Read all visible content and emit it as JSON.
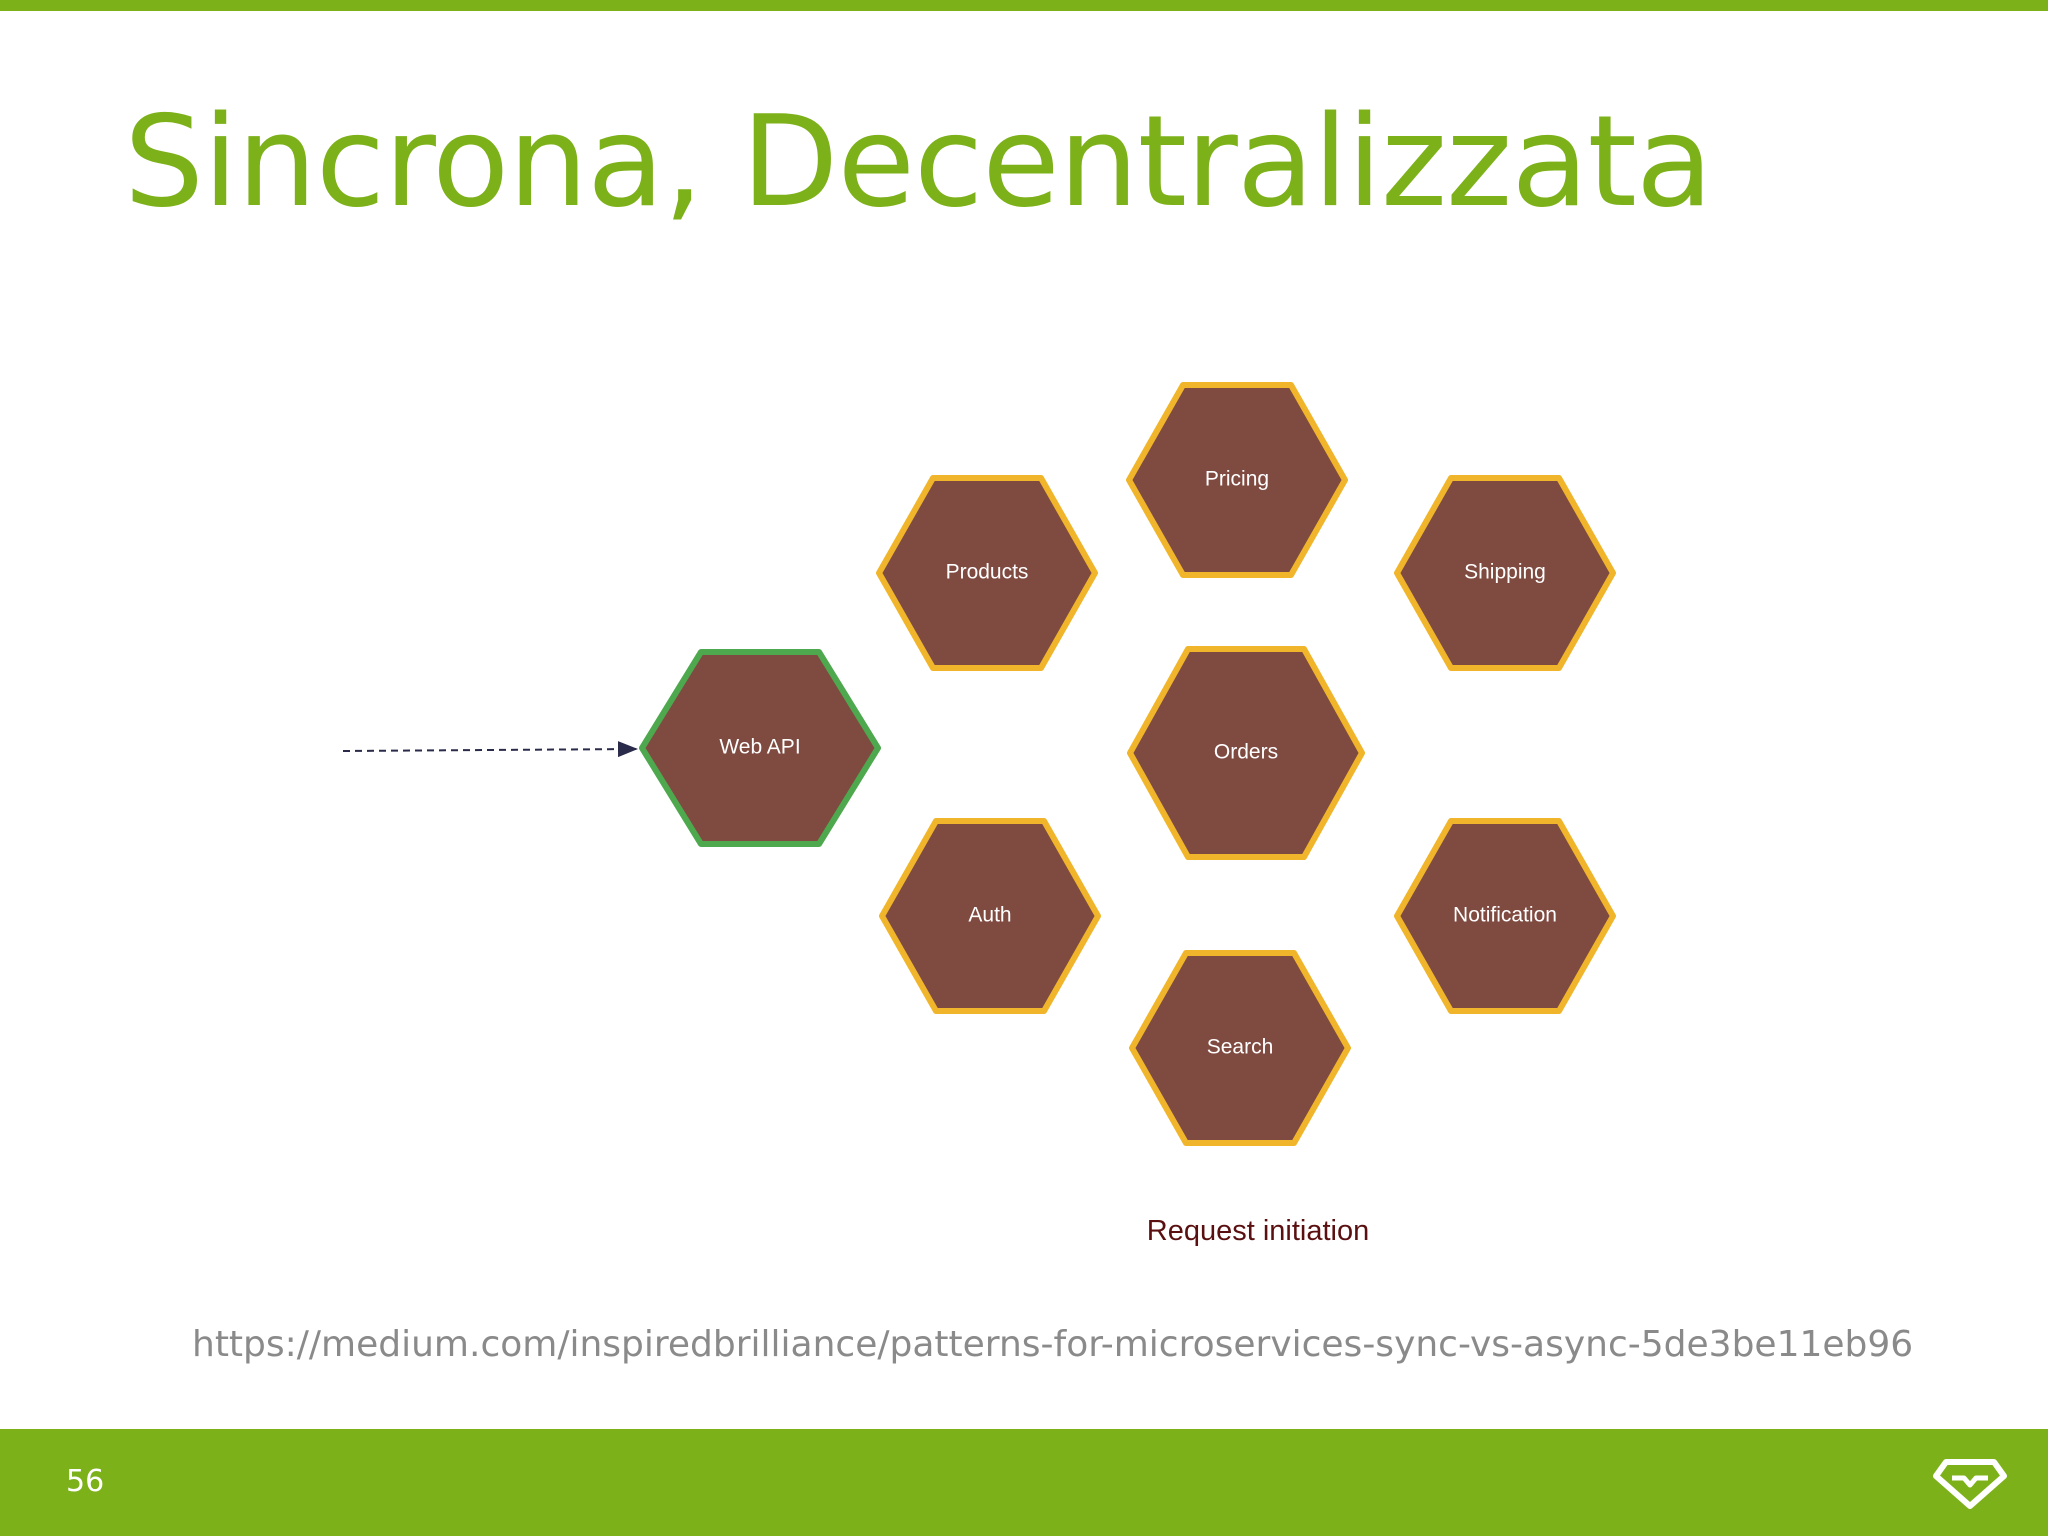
{
  "slide": {
    "title": "Sincrona, Decentralizzata",
    "source_url": "https://medium.com/inspiredbrilliance/patterns-for-microservices-sync-vs-async-5de3be11eb96",
    "page_number": "56",
    "logo_icon": "diamond-logo-icon"
  },
  "colors": {
    "accent": "#7db11a",
    "hex_fill": "#7f4a40",
    "hex_border_service": "#f0b52a",
    "hex_border_gateway": "#4ea84e",
    "caption": "#5a1010",
    "url": "#8a8a8a"
  },
  "diagram": {
    "caption": "Request initiation",
    "entry_arrow": "dashed-arrow",
    "nodes": [
      {
        "id": "web-api",
        "label": "Web API",
        "kind": "gateway"
      },
      {
        "id": "products",
        "label": "Products",
        "kind": "service"
      },
      {
        "id": "pricing",
        "label": "Pricing",
        "kind": "service"
      },
      {
        "id": "shipping",
        "label": "Shipping",
        "kind": "service"
      },
      {
        "id": "orders",
        "label": "Orders",
        "kind": "service"
      },
      {
        "id": "auth",
        "label": "Auth",
        "kind": "service"
      },
      {
        "id": "notification",
        "label": "Notification",
        "kind": "service"
      },
      {
        "id": "search",
        "label": "Search",
        "kind": "service"
      }
    ]
  }
}
